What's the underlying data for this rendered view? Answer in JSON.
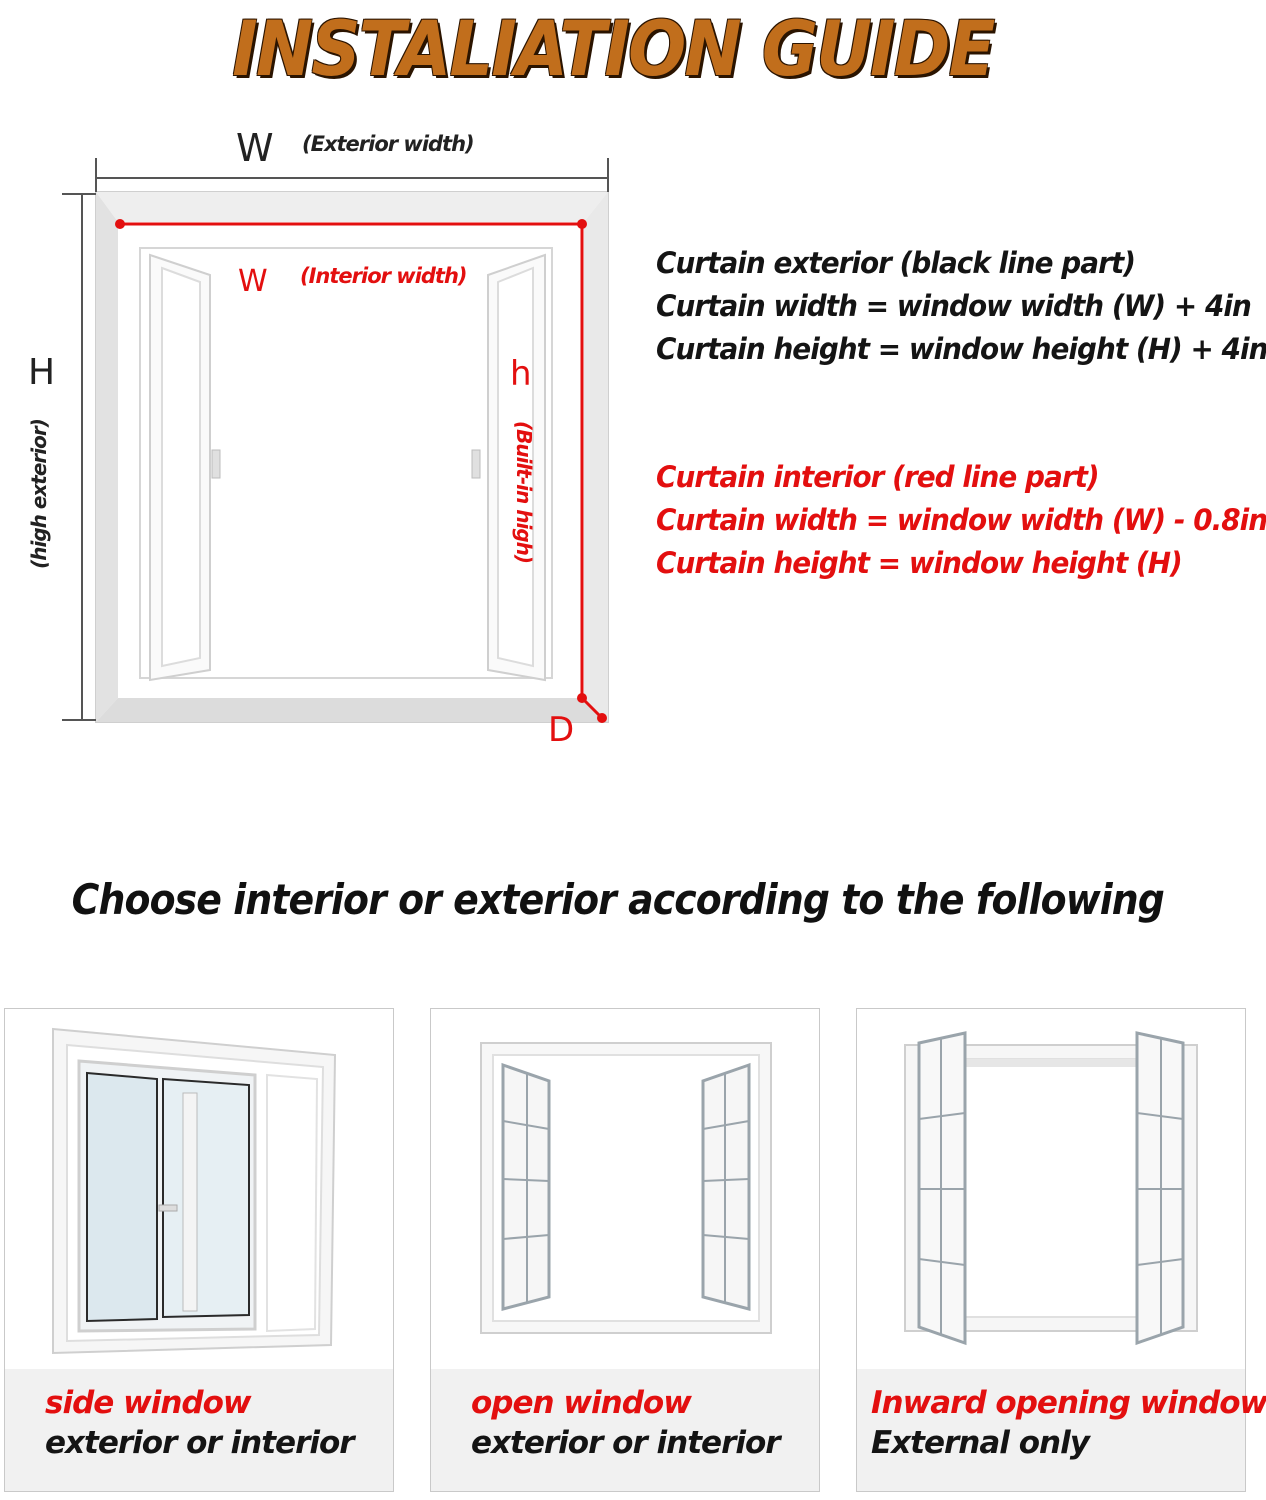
{
  "title": "INSTALIATION GUIDE",
  "diagram": {
    "W_label": "W",
    "exterior_width_label": "(Exterior width)",
    "w_label": "W",
    "interior_width_label": "(Interior width)",
    "H_label": "H",
    "high_exterior_label": "(high exterior)",
    "h_label": "h",
    "built_in_high_label": "(Built-in high)",
    "D_label": "D"
  },
  "exterior": {
    "heading": "Curtain exterior (black line part)",
    "width_rule": "Curtain width = window width (W) + 4in",
    "height_rule": "Curtain height = window height (H) + 4in"
  },
  "interior": {
    "heading": "Curtain interior (red line part)",
    "width_rule": "Curtain width = window width (W) - 0.8in",
    "height_rule": "Curtain height = window height (H)"
  },
  "choose_heading": "Choose interior or exterior according to the following",
  "cards": [
    {
      "type": "side window",
      "option": "exterior or interior"
    },
    {
      "type": "open window",
      "option": "exterior or interior"
    },
    {
      "type": "Inward opening window",
      "option": "External only"
    }
  ],
  "colors": {
    "title": "#c16e1c",
    "accent_red": "#e30f0f",
    "text_dark": "#141414"
  }
}
